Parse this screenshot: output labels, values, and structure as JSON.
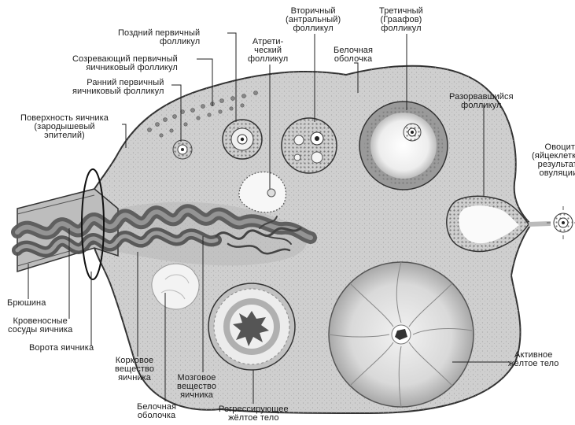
{
  "labels": {
    "late_primary": [
      "Поздний первичный",
      "фолликул"
    ],
    "maturing_primary": [
      "Созревающий первичный",
      "яичниковый фолликул"
    ],
    "early_primary": [
      "Ранний первичный",
      "яичниковый фолликул"
    ],
    "ovary_surface": [
      "Поверхность яичника",
      "(зародышевый",
      "эпителий)"
    ],
    "atretic": [
      "Атрети-",
      "ческий",
      "фолликул"
    ],
    "secondary": [
      "Вторичный",
      "(антральный)",
      "фолликул"
    ],
    "tunica_top": [
      "Белочная",
      "оболочка"
    ],
    "tertiary": [
      "Третичный",
      "(Граафов)",
      "фолликул"
    ],
    "ruptured": [
      "Разорвавшийся",
      "фолликул"
    ],
    "oocyte": [
      "Овоцит",
      "(яйцеклетка в",
      "результате",
      "овуляции)"
    ],
    "peritoneum": [
      "Брюшина"
    ],
    "vessels": [
      "Кровеносные",
      "сосуды яичника"
    ],
    "hilum": [
      "Ворота яичника"
    ],
    "cortex": [
      "Корковое",
      "вещество",
      "яичника"
    ],
    "medulla": [
      "Мозговое",
      "вещество",
      "яичника"
    ],
    "tunica_bottom": [
      "Белочная",
      "оболочка"
    ],
    "regressing": [
      "Регрессирующее",
      "жёлтое тело"
    ],
    "active": [
      "Активное",
      "жёлтое тело"
    ]
  },
  "colors": {
    "stroma": "#cfcfcf",
    "outline": "#333333",
    "vessel": "#6e6e6e",
    "follicle_fill": "#f4f4f4",
    "granulosa": "#8a8a8a"
  }
}
